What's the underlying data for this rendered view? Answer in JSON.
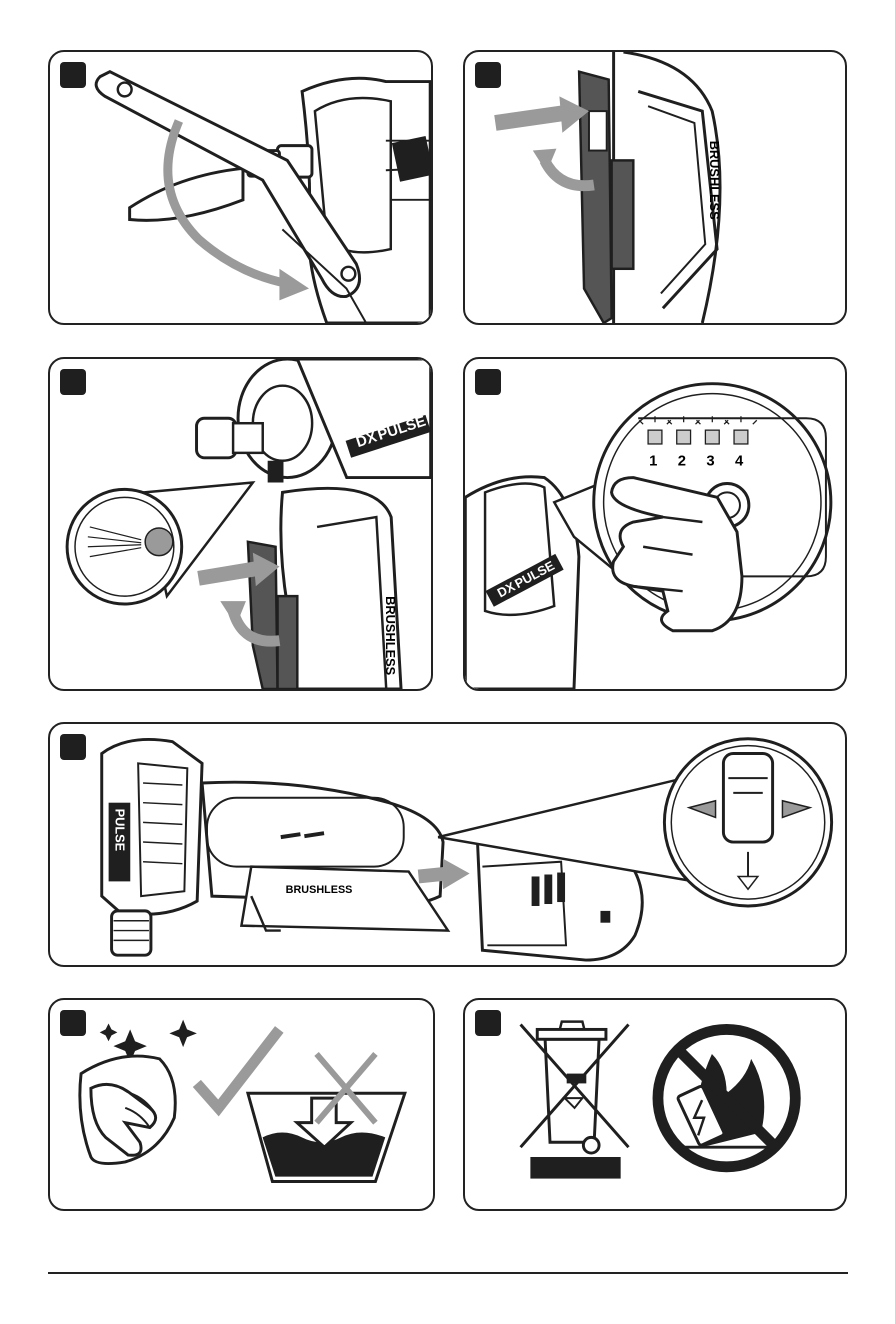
{
  "page": {
    "background": "#ffffff",
    "ink": "#1f1f1f",
    "grey": "#9a9a9a"
  },
  "figures": {
    "brand_dx": "DX",
    "brand_pulse": "PULSE",
    "brushless_label": "BRUSHLESS",
    "led_levels": [
      "1",
      "2",
      "3",
      "4"
    ],
    "icons": {
      "fig1": "wrench-tighten-icon",
      "fig2": "belt-clip-icon",
      "fig3": "work-light-icon",
      "fig4": "speed-selector-button-icon",
      "fig5": "battery-release-icon",
      "fig6": "clean-with-cloth-icon",
      "fig7": "weee-disposal-icon"
    }
  }
}
